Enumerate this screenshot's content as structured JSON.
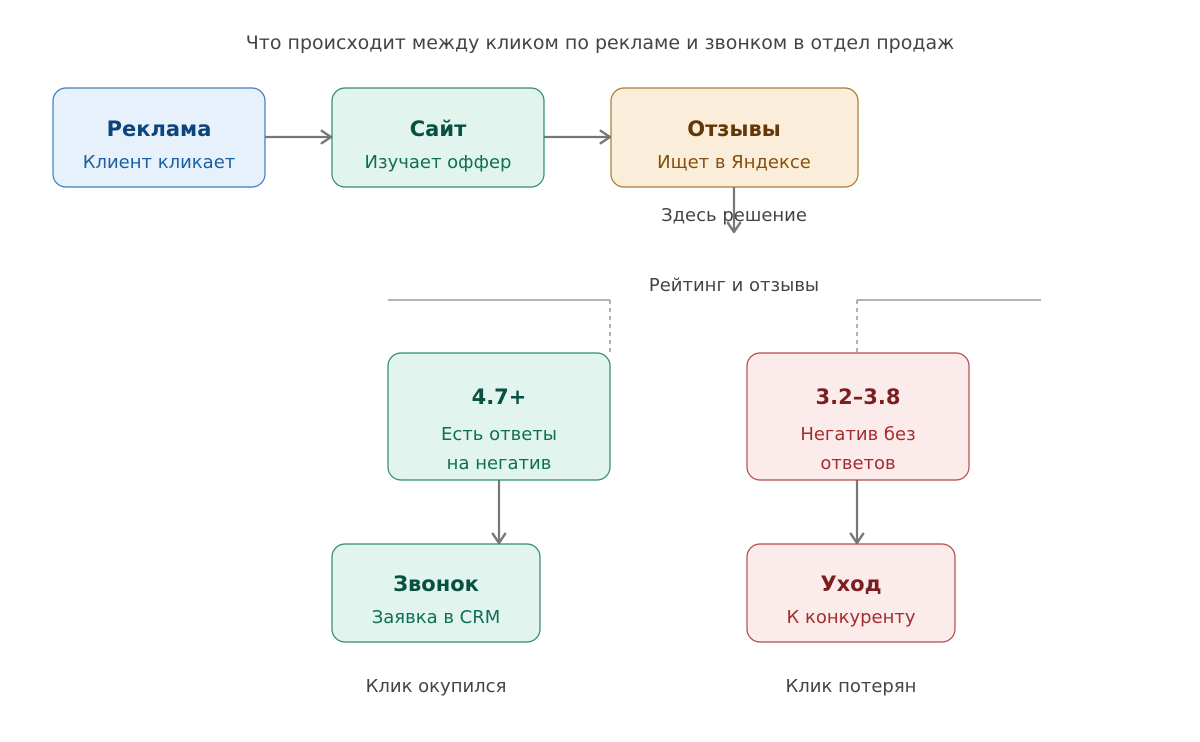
{
  "title": "Что происходит между кликом по рекламе и звонком в отдел продаж",
  "colors": {
    "blue_fill": "#E6F1FB",
    "blue_stroke": "#3A7BBF",
    "blue_title": "#0C447C",
    "blue_text": "#185FA5",
    "green_fill": "#E1F5EE",
    "green_stroke": "#2E8A66",
    "green_title": "#085041",
    "green_text": "#0F6E56",
    "amber_fill": "#FAEEDA",
    "amber_stroke": "#A7782C",
    "amber_title": "#633806",
    "amber_text": "#854F0B",
    "red_fill": "#FCEBEB",
    "red_stroke": "#B54848",
    "red_title": "#791F1F",
    "red_text": "#A32D2D",
    "arrow": "#777777",
    "line": "#888888"
  },
  "nodes": {
    "ad": {
      "title": "Реклама",
      "subtitle": "Клиент кликает"
    },
    "site": {
      "title": "Сайт",
      "subtitle": "Изучает оффер"
    },
    "reviews": {
      "title": "Отзывы",
      "subtitle": "Ищет в Яндексе"
    },
    "high": {
      "title": "4.7+",
      "line1": "Есть ответы",
      "line2": "на негатив"
    },
    "low": {
      "title": "3.2–3.8",
      "line1": "Негатив без",
      "line2": "ответов"
    },
    "call": {
      "title": "Звонок",
      "subtitle": "Заявка в CRM"
    },
    "leave": {
      "title": "Уход",
      "subtitle": "К конкуренту"
    }
  },
  "labels": {
    "decision": "Здесь решение",
    "rating": "Рейтинг и отзывы",
    "paid_off": "Клик окупился",
    "lost": "Клик потерян"
  }
}
